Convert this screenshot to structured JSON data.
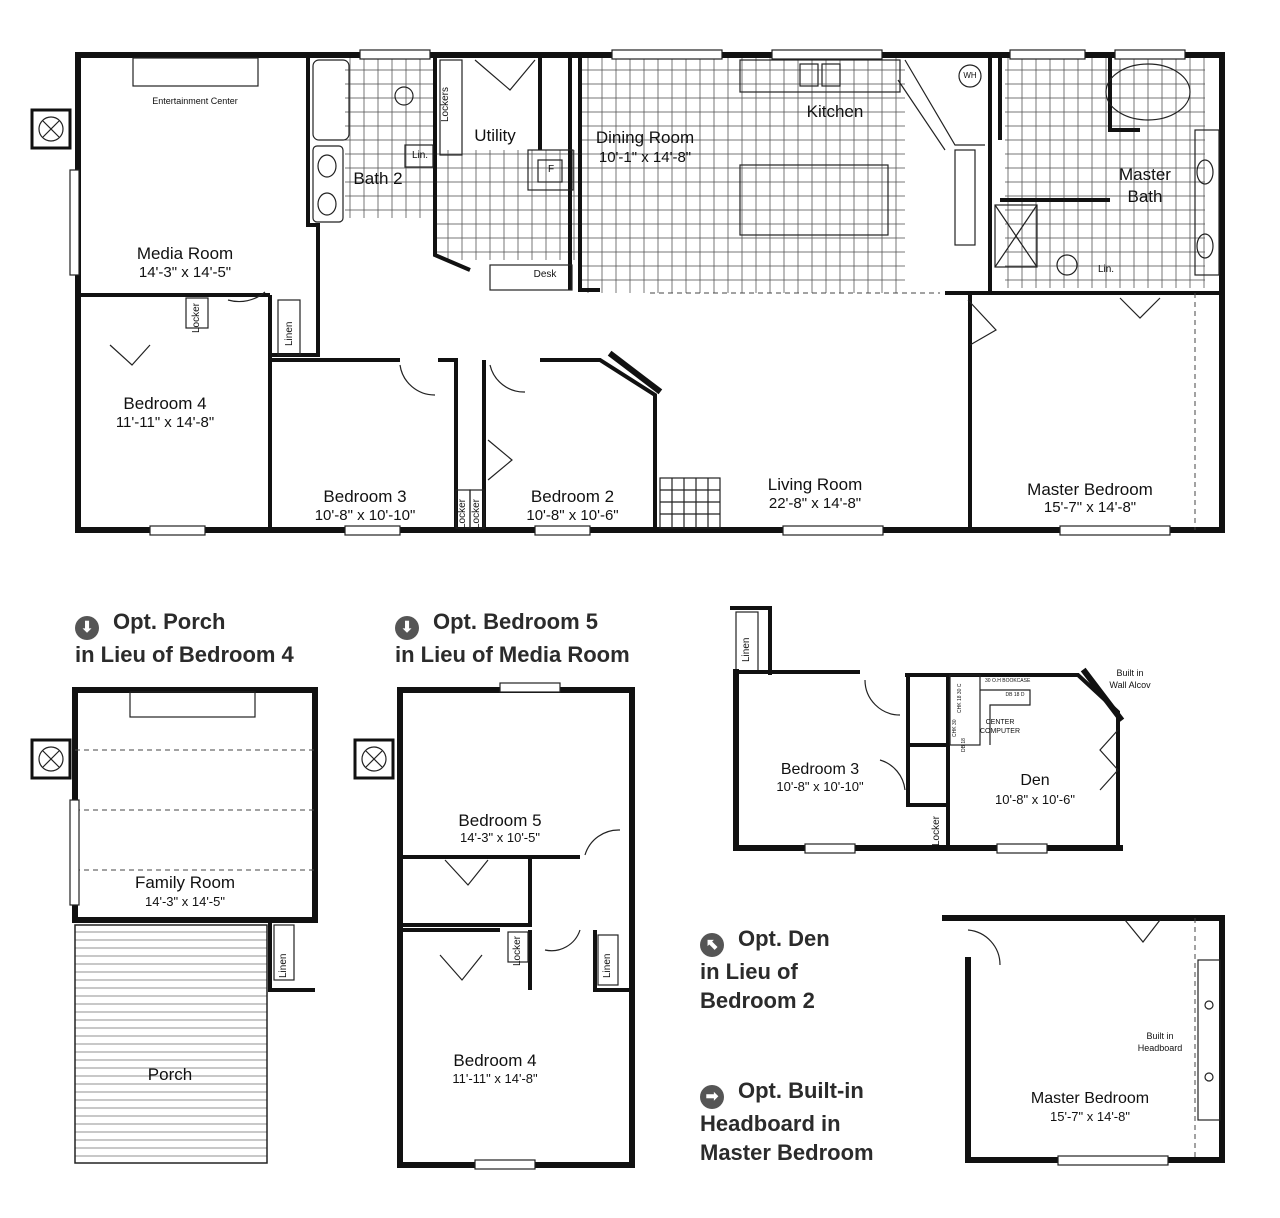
{
  "main_plan": {
    "rooms": {
      "entertainment_center": "Entertainment Center",
      "media_room": "Media Room",
      "media_room_dim": "14'-3\" x 14'-5\"",
      "bath2": "Bath 2",
      "lin": "Lin.",
      "lockers": "Lockers",
      "utility": "Utility",
      "f": "F",
      "desk": "Desk",
      "dining_room": "Dining Room",
      "dining_room_dim": "10'-1\" x 14'-8\"",
      "kitchen": "Kitchen",
      "wh": "WH",
      "master_bath_1": "Master",
      "master_bath_2": "Bath",
      "master_lin": "Lin.",
      "locker_b4": "Locker",
      "bedroom4": "Bedroom 4",
      "bedroom4_dim": "11'-11\" x 14'-8\"",
      "linen": "Linen",
      "bedroom3": "Bedroom 3",
      "bedroom3_dim": "10'-8\" x 10'-10\"",
      "locker_a": "Locker",
      "locker_b": "Locker",
      "bedroom2": "Bedroom 2",
      "bedroom2_dim": "10'-8\" x 10'-6\"",
      "living_room": "Living Room",
      "living_room_dim": "22'-8\" x 14'-8\"",
      "master_bedroom": "Master Bedroom",
      "master_bedroom_dim": "15'-7\" x 14'-8\""
    }
  },
  "options": {
    "porch": {
      "title_1": "Opt. Porch",
      "title_2": "in Lieu of Bedroom 4",
      "family_room": "Family Room",
      "family_room_dim": "14'-3\" x 14'-5\"",
      "linen": "Linen",
      "porch": "Porch"
    },
    "bedroom5": {
      "title_1": "Opt. Bedroom 5",
      "title_2": "in Lieu of Media Room",
      "bedroom5": "Bedroom 5",
      "bedroom5_dim": "14'-3\" x 10'-5\"",
      "locker": "Locker",
      "linen": "Linen",
      "bedroom4": "Bedroom 4",
      "bedroom4_dim": "11'-11\" x 14'-8\""
    },
    "den": {
      "title_1": "Opt. Den",
      "title_2": "in Lieu of",
      "title_3": "Bedroom 2",
      "linen": "Linen",
      "bedroom3": "Bedroom 3",
      "bedroom3_dim": "10'-8\" x 10'-10\"",
      "locker": "Locker",
      "den": "Den",
      "den_dim": "10'-8\" x 10'-6\"",
      "built_in_1": "Built in",
      "built_in_2": "Wall Alcov",
      "center_computer_1": "CENTER",
      "center_computer_2": "COMPUTER",
      "chk_1": "CHK 18 30 C",
      "bookcase": "30 O.H BOOKCASE",
      "db18d": "DB 18 D",
      "chk30": "CHK 30",
      "db18": "DB 18"
    },
    "headboard": {
      "title_1": "Opt. Built-in",
      "title_2": "Headboard in",
      "title_3": "Master Bedroom",
      "built_in_1": "Built in",
      "built_in_2": "Headboard",
      "master_bedroom": "Master Bedroom",
      "master_bedroom_dim": "15'-7\" x 14'-8\""
    }
  },
  "icons": {
    "down_arrow": "⬇",
    "diag_arrow": "⬉",
    "right_arrow": "➡"
  }
}
